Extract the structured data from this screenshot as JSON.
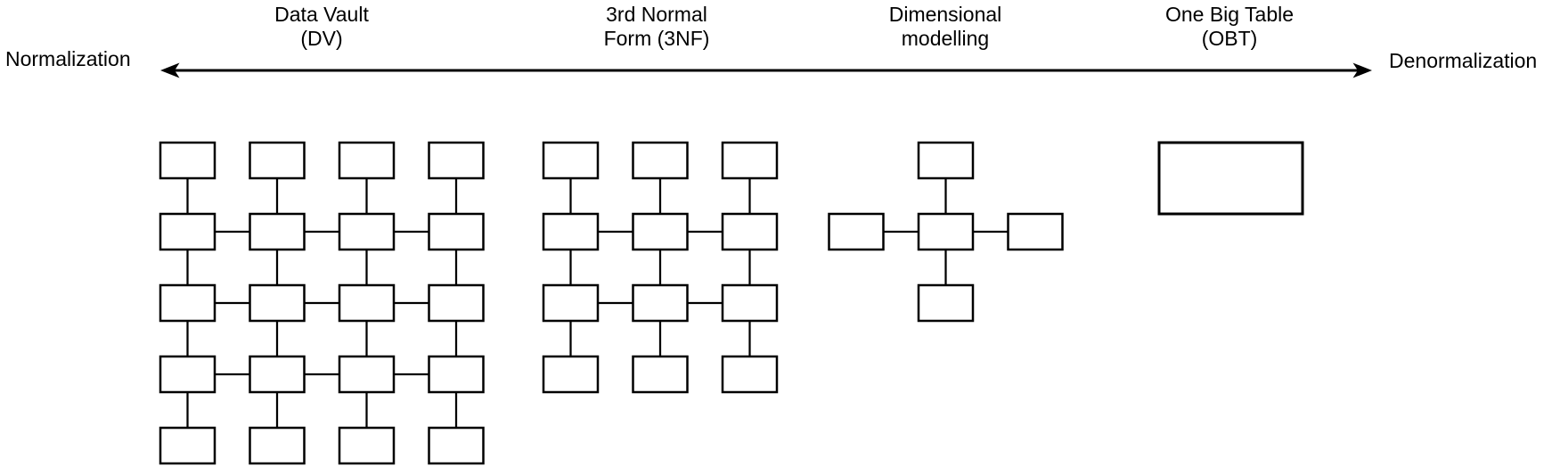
{
  "style": {
    "ink_color": "#000000",
    "background_color": "#ffffff",
    "box_fill_color": "#ffffff"
  },
  "spectrum": {
    "left_end_label": "Normalization",
    "right_end_label": "Denormalization",
    "arrow_double_headed": true
  },
  "approaches": [
    {
      "label_lines": [
        "Data Vault",
        "(DV)"
      ],
      "diagram": {
        "type": "grid",
        "columns": 4,
        "rows": 5,
        "row_connected": [
          1,
          2,
          3
        ]
      }
    },
    {
      "label_lines": [
        "3rd Normal",
        "Form (3NF)"
      ],
      "diagram": {
        "type": "grid",
        "columns": 3,
        "rows": 4,
        "row_connected": [
          1,
          2
        ]
      }
    },
    {
      "label_lines": [
        "Dimensional",
        "modelling"
      ],
      "diagram": {
        "type": "star",
        "dimension_count": 4
      }
    },
    {
      "label_lines": [
        "One Big Table",
        "(OBT)"
      ],
      "diagram": {
        "type": "single-table"
      }
    }
  ]
}
